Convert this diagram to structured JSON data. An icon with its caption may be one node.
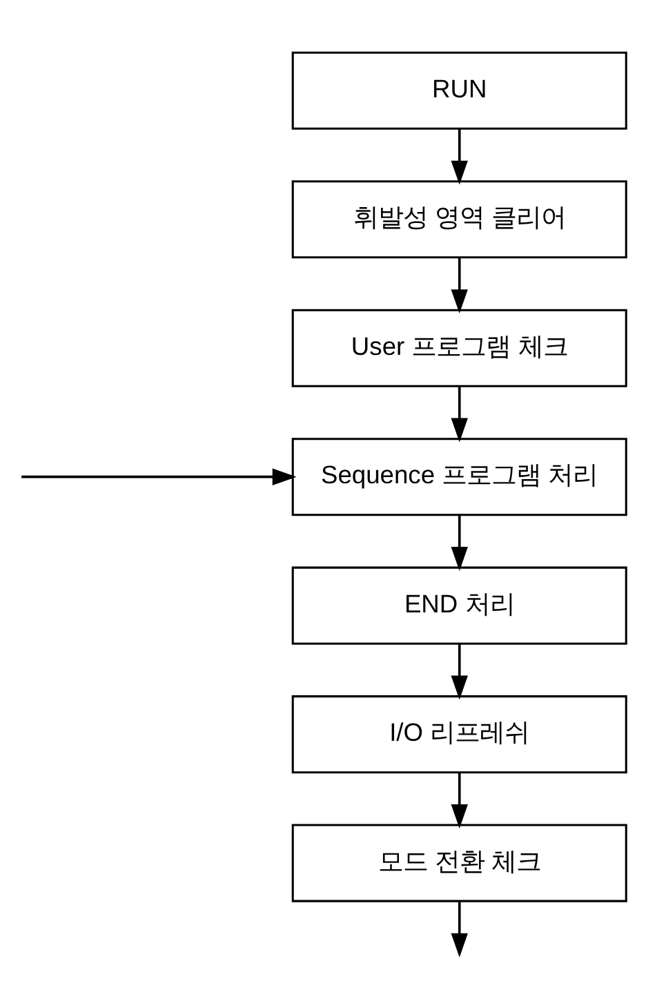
{
  "diagram": {
    "nodes": [
      {
        "text": [
          "RUN"
        ]
      },
      {
        "text": [
          "휘발성 영역 클리어"
        ]
      },
      {
        "text": [
          "User 프로그램 체크"
        ]
      },
      {
        "text": [
          "Sequence 프로그램 처리"
        ]
      },
      {
        "text": [
          "END 처리"
        ]
      },
      {
        "text": [
          "I/O 리프레쉬"
        ]
      },
      {
        "text": [
          "모드 전환 체크"
        ]
      }
    ],
    "edges": [
      {
        "from": 0,
        "to": 1,
        "arrow": "to"
      },
      {
        "from": 1,
        "to": 2,
        "arrow": "to"
      },
      {
        "from": 2,
        "to": 3,
        "arrow": "to"
      },
      {
        "from": null,
        "to": 3,
        "arrow": "to"
      },
      {
        "from": 3,
        "to": 4,
        "arrow": "to"
      },
      {
        "from": 4,
        "to": 5,
        "arrow": "to"
      },
      {
        "from": 5,
        "to": 6,
        "arrow": "to"
      },
      {
        "from": 6,
        "to": null,
        "arrow": "to"
      }
    ]
  }
}
